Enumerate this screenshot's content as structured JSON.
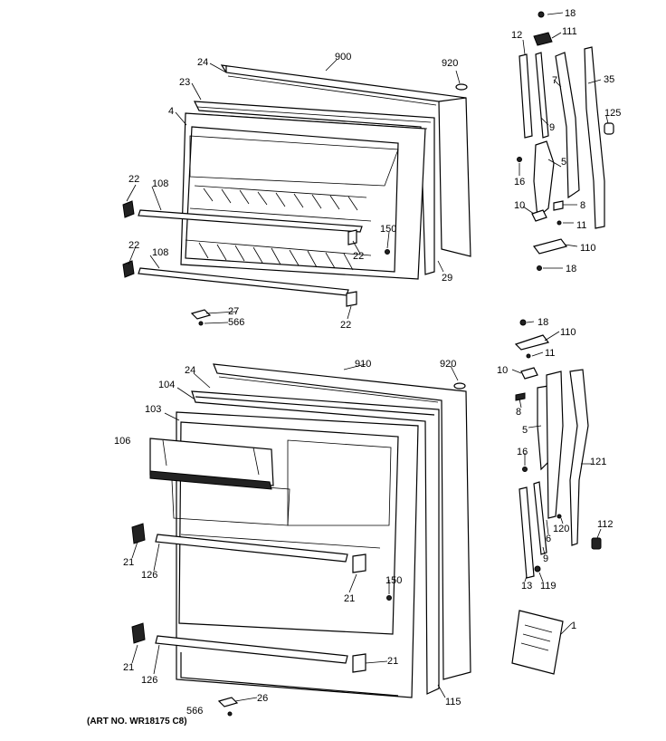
{
  "labels": {
    "top": [
      "18",
      "111",
      "12",
      "7",
      "35",
      "900",
      "920",
      "24",
      "23",
      "125",
      "4",
      "9",
      "5",
      "16",
      "8",
      "10",
      "11",
      "110",
      "18",
      "22",
      "108",
      "22",
      "108",
      "150",
      "22",
      "29",
      "27",
      "566",
      "22"
    ],
    "bottom": [
      "18",
      "110",
      "11",
      "910",
      "920",
      "10",
      "24",
      "104",
      "8",
      "103",
      "5",
      "106",
      "16",
      "121",
      "21",
      "126",
      "120",
      "112",
      "6",
      "9",
      "150",
      "21",
      "13",
      "119",
      "1",
      "21",
      "126",
      "21",
      "26",
      "566",
      "115"
    ]
  },
  "caption": "(ART NO. WR18175 C8)"
}
